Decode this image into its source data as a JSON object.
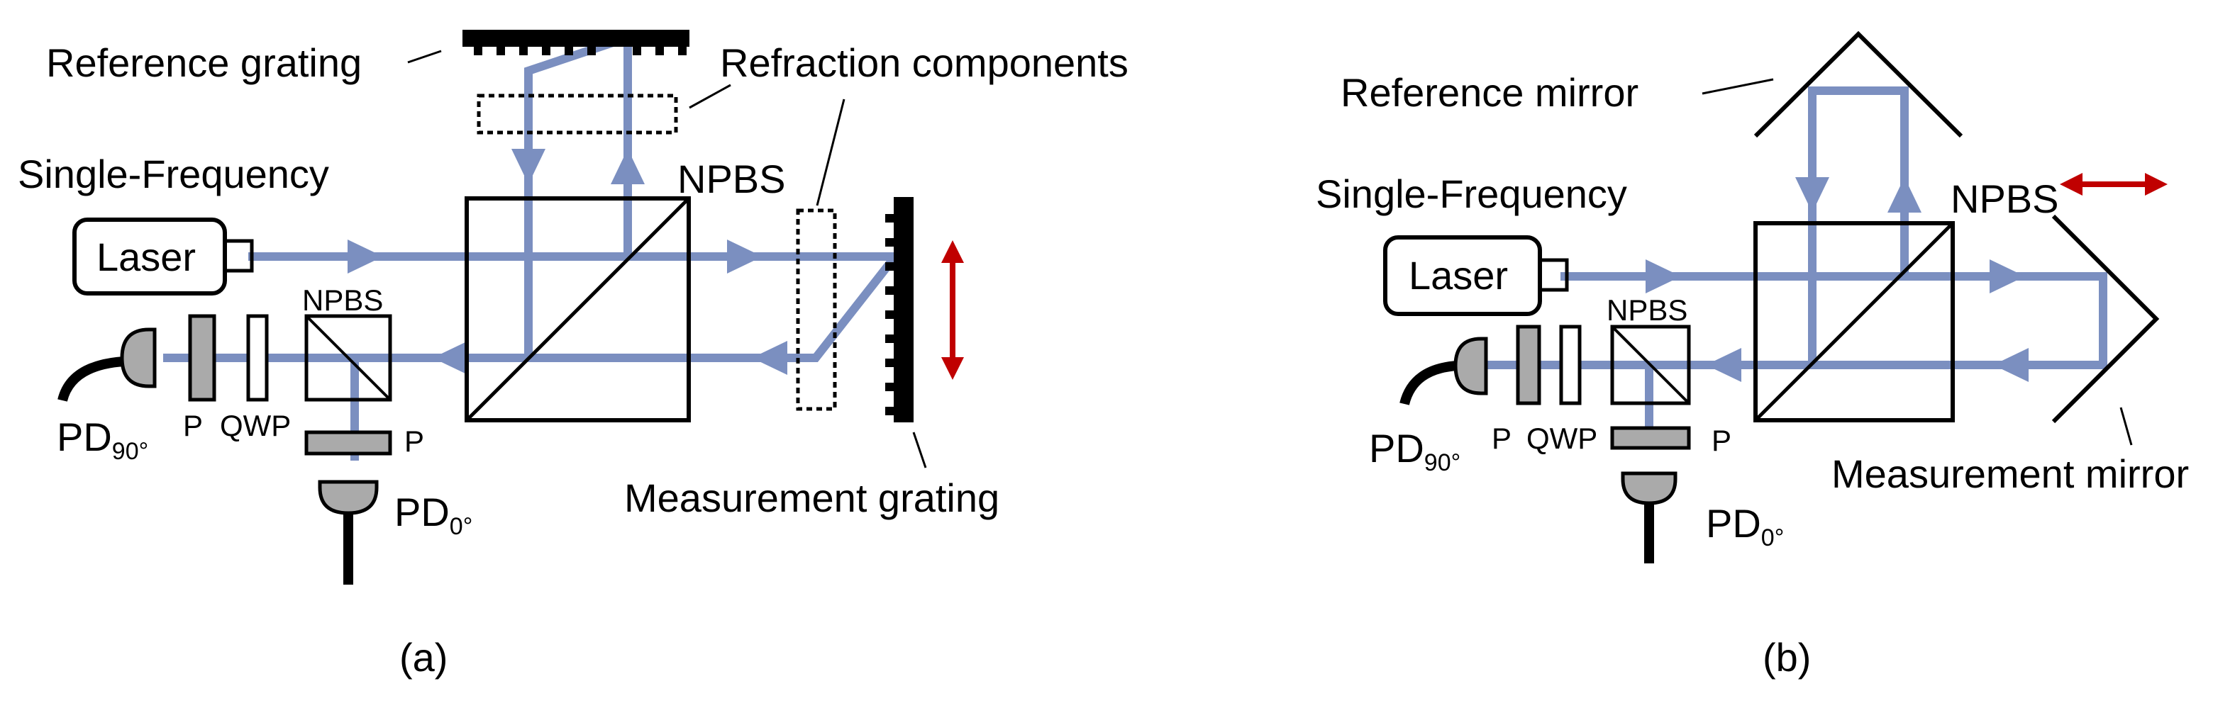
{
  "colors": {
    "beam": "#7b8fc0",
    "motion_arrow": "#c00000",
    "detector_fill": "#aaaaaa",
    "polarizer_fill": "#aaaaaa"
  },
  "panel_a": {
    "caption": "(a)",
    "labels": {
      "reference_grating": "Reference grating",
      "refraction_components": "Refraction components",
      "source_line1": "Single-Frequency",
      "laser": "Laser",
      "npbs_main": "NPBS",
      "npbs_small": "NPBS",
      "polarizer_left": "P",
      "qwp": "QWP",
      "polarizer_bottom": "P",
      "pd90_main": "PD",
      "pd90_sub": "90°",
      "pd0_main": "PD",
      "pd0_sub": "0°",
      "measurement_grating": "Measurement grating"
    }
  },
  "panel_b": {
    "caption": "(b)",
    "labels": {
      "reference_mirror": "Reference mirror",
      "source_line1": "Single-Frequency",
      "laser": "Laser",
      "npbs_main": "NPBS",
      "npbs_small": "NPBS",
      "polarizer_left": "P",
      "qwp": "QWP",
      "polarizer_bottom": "P",
      "pd90_main": "PD",
      "pd90_sub": "90°",
      "pd0_main": "PD",
      "pd0_sub": "0°",
      "measurement_mirror": "Measurement mirror"
    }
  }
}
